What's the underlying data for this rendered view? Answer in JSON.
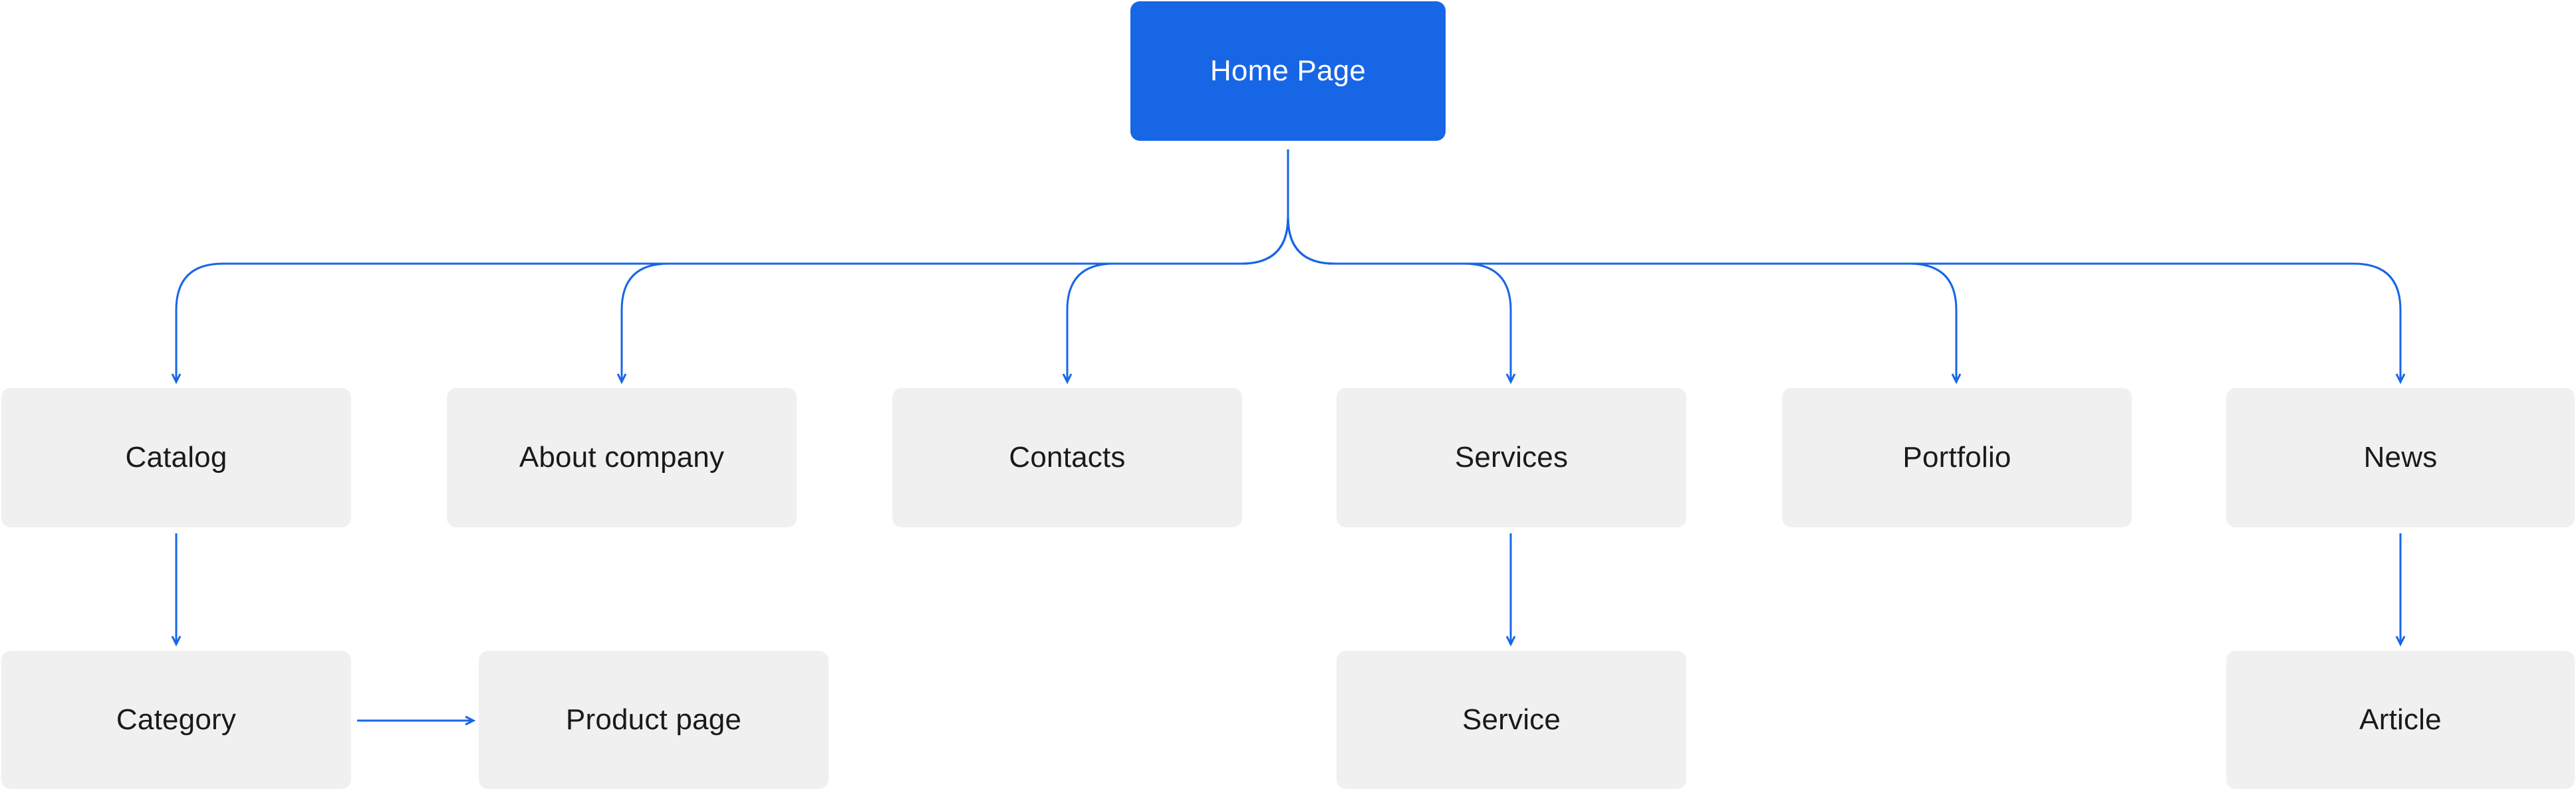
{
  "diagram": {
    "root": {
      "label": "Home Page",
      "color": "#1766E6"
    },
    "level1": [
      {
        "label": "Catalog"
      },
      {
        "label": "About company"
      },
      {
        "label": "Contacts"
      },
      {
        "label": "Services"
      },
      {
        "label": "Portfolio"
      },
      {
        "label": "News"
      }
    ],
    "level2": [
      {
        "label": "Category",
        "parent": "Catalog"
      },
      {
        "label": "Product page",
        "parent": "Category"
      },
      {
        "label": "Service",
        "parent": "Services"
      },
      {
        "label": "Article",
        "parent": "News"
      }
    ],
    "edge_color": "#1766E6",
    "node_color": "#F0F0F0"
  }
}
